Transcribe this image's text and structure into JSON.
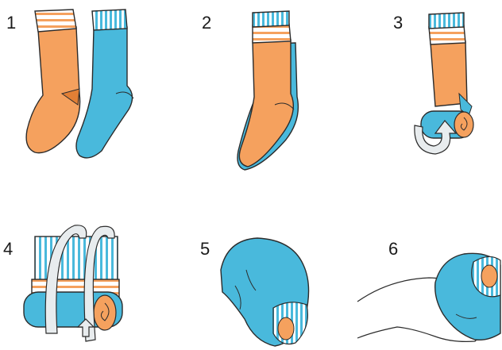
{
  "steps": [
    {
      "number": "1"
    },
    {
      "number": "2"
    },
    {
      "number": "3"
    },
    {
      "number": "4"
    },
    {
      "number": "5"
    },
    {
      "number": "6"
    }
  ],
  "colors": {
    "orange": "#F5A15E",
    "orange_dark": "#E27F35",
    "blue": "#49B9DC",
    "blue_dark": "#2A97C0",
    "stripe": "#7CCBE6",
    "outline": "#2b2b2b",
    "arrow": "#E8ECEE"
  }
}
